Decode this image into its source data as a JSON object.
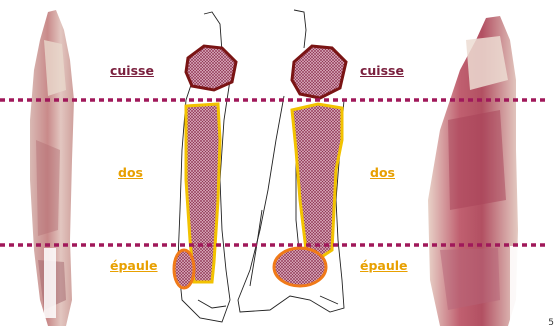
{
  "labels": {
    "left_cuisse": "cuisse",
    "right_cuisse": "cuisse",
    "left_dos": "dos",
    "right_dos": "dos",
    "left_epaule": "épaule",
    "right_epaule": "épaule"
  },
  "page_number": "5",
  "colors": {
    "cuisse_label": "#7a1f3d",
    "dos_label": "#e8a000",
    "epaule_label": "#e8a000",
    "divider": "#a0185a",
    "cuisse_outline": "#7a1414",
    "dos_outline": "#f2c200",
    "epaule_outline": "#f07a18",
    "region_fill": "#d8a0b4"
  },
  "icons": {
    "left_photo": "lamb-carcass-photo",
    "right_photo": "lamb-carcass-photo",
    "left_sketch": "carcass-sketch-side",
    "right_sketch": "carcass-sketch-front"
  }
}
